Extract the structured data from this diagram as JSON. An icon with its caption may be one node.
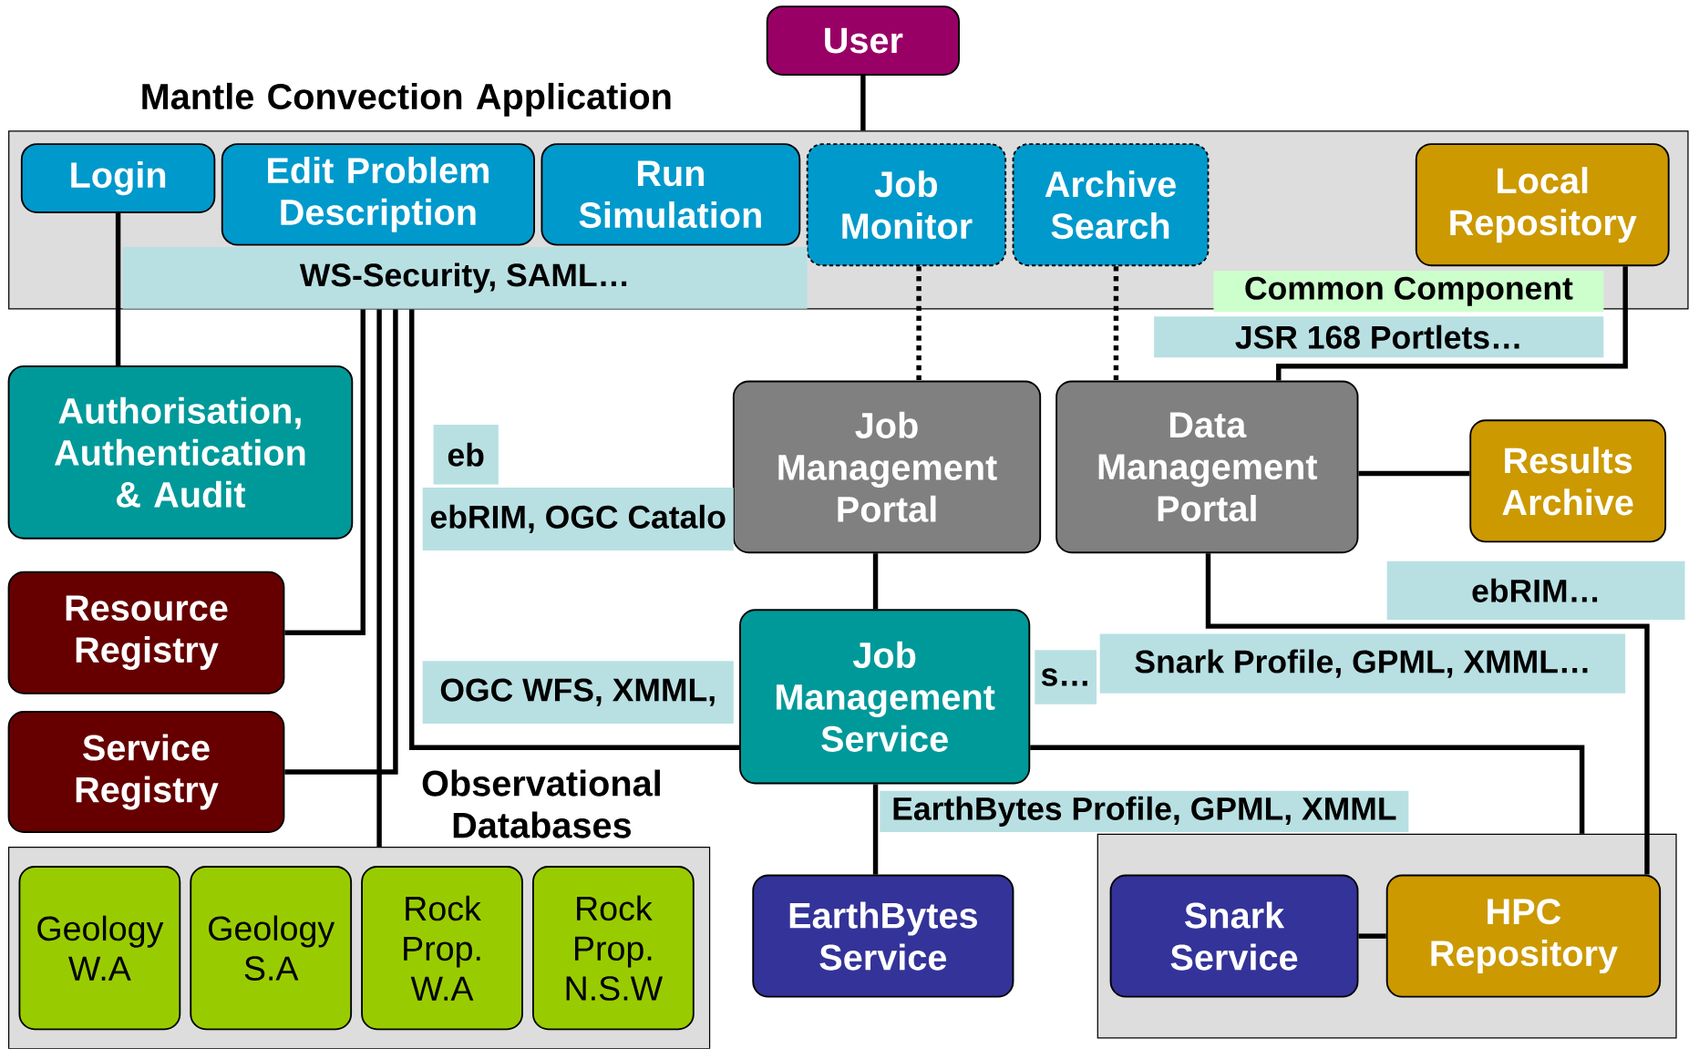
{
  "diagram": {
    "nodes": [
      {
        "text": [
          "User"
        ]
      },
      {
        "text": [
          "Mantle Convection Application"
        ]
      },
      {
        "text": [
          "Login"
        ],
        "in": 1
      },
      {
        "text": [
          "Edit Problem Description"
        ],
        "in": 1
      },
      {
        "text": [
          "Run Simulation"
        ],
        "in": 1
      },
      {
        "text": [
          "Job Monitor"
        ],
        "in": 1
      },
      {
        "text": [
          "Archive Search"
        ],
        "in": 1
      },
      {
        "text": [
          "Local Repository"
        ],
        "in": 1
      },
      {
        "text": [
          "Authorisation, Authentication & Audit"
        ]
      },
      {
        "text": [
          "Job Management Portal"
        ]
      },
      {
        "text": [
          "Data Management Portal"
        ]
      },
      {
        "text": [
          "Results Archive"
        ]
      },
      {
        "text": [
          "Resource Registry"
        ]
      },
      {
        "text": [
          "Service Registry"
        ]
      },
      {
        "text": [
          "Job Management Service"
        ]
      },
      {
        "text": [
          "Observational Databases"
        ]
      },
      {
        "text": [
          "Geology W.A"
        ],
        "in": 15
      },
      {
        "text": [
          "Geology S.A"
        ],
        "in": 15
      },
      {
        "text": [
          "Rock Prop. W.A"
        ],
        "in": 15
      },
      {
        "text": [
          "Rock Prop. N.S.W"
        ],
        "in": 15
      },
      {
        "text": [
          "EarthBytes Service"
        ]
      },
      {
        "text": [],
        "shape": "box"
      },
      {
        "text": [
          "Snark Service"
        ],
        "in": 21
      },
      {
        "text": [
          "HPC Repository"
        ],
        "in": 21
      }
    ],
    "edges": [
      {
        "from": 0,
        "to": 1,
        "arrow": "none"
      },
      {
        "from": 2,
        "to": 8,
        "arrow": "none"
      },
      {
        "from": 12,
        "to": 1,
        "arrow": "none"
      },
      {
        "from": 1,
        "to": 15,
        "arrow": "none"
      },
      {
        "from": 13,
        "to": 1,
        "arrow": "none"
      },
      {
        "from": 1,
        "to": 14,
        "arrow": "none"
      },
      {
        "from": 5,
        "to": 9,
        "arrow": "none",
        "style": "dashed"
      },
      {
        "from": 6,
        "to": 10,
        "arrow": "none",
        "style": "dashed"
      },
      {
        "from": 7,
        "to": 10,
        "arrow": "none"
      },
      {
        "from": 10,
        "to": 11,
        "arrow": "none"
      },
      {
        "from": 9,
        "to": 14,
        "arrow": "none"
      },
      {
        "from": 10,
        "to": 23,
        "arrow": "none"
      },
      {
        "from": 14,
        "to": 21,
        "arrow": "none"
      },
      {
        "from": 14,
        "to": 20,
        "arrow": "none"
      },
      {
        "from": 22,
        "to": 23,
        "arrow": "none"
      }
    ],
    "labels": [
      "WS-Security, SAML…",
      "Common Component",
      "JSR 168 Portlets…",
      "eb",
      "ebRIM, OGC Catalo",
      "ebRIM…",
      "Snark Profile, GPML, XMML…",
      "OGC WFS, XMML,",
      "s…",
      "EarthBytes Profile, GPML, XMML"
    ]
  }
}
